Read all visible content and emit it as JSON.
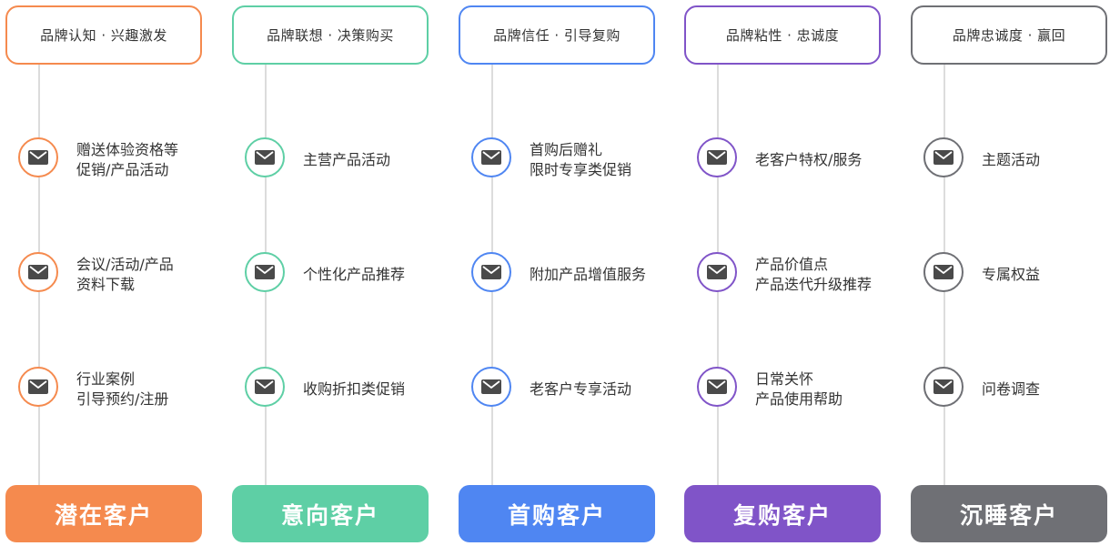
{
  "columns": [
    {
      "header": "品牌认知 · 兴趣激发",
      "color": "#F58A4E",
      "items": [
        {
          "icon": "envelope-icon",
          "lines": [
            "赠送体验资格等",
            "促销/产品活动"
          ]
        },
        {
          "icon": "envelope-icon",
          "lines": [
            "会议/活动/产品",
            "资料下载"
          ]
        },
        {
          "icon": "envelope-icon",
          "lines": [
            "行业案例",
            "引导预约/注册"
          ]
        }
      ],
      "footer": "潜在客户"
    },
    {
      "header": "品牌联想 · 决策购买",
      "color": "#5ECFA5",
      "items": [
        {
          "icon": "envelope-icon",
          "lines": [
            "主营产品活动"
          ]
        },
        {
          "icon": "envelope-icon",
          "lines": [
            "个性化产品推荐"
          ]
        },
        {
          "icon": "envelope-icon",
          "lines": [
            "收购折扣类促销"
          ]
        }
      ],
      "footer": "意向客户"
    },
    {
      "header": "品牌信任 · 引导复购",
      "color": "#4F86F2",
      "items": [
        {
          "icon": "envelope-icon",
          "lines": [
            "首购后赠礼",
            "限时专享类促销"
          ]
        },
        {
          "icon": "envelope-icon",
          "lines": [
            "附加产品增值服务"
          ]
        },
        {
          "icon": "envelope-icon",
          "lines": [
            "老客户专享活动"
          ]
        }
      ],
      "footer": "首购客户"
    },
    {
      "header": "品牌粘性 · 忠诚度",
      "color": "#8054C8",
      "items": [
        {
          "icon": "envelope-icon",
          "lines": [
            "老客户特权/服务"
          ]
        },
        {
          "icon": "envelope-icon",
          "lines": [
            "产品价值点",
            "产品迭代升级推荐"
          ]
        },
        {
          "icon": "envelope-icon",
          "lines": [
            "日常关怀",
            "产品使用帮助"
          ]
        }
      ],
      "footer": "复购客户"
    },
    {
      "header": "品牌忠诚度 · 赢回",
      "color": "#6F7075",
      "items": [
        {
          "icon": "envelope-icon",
          "lines": [
            "主题活动"
          ]
        },
        {
          "icon": "envelope-icon",
          "lines": [
            "专属权益"
          ]
        },
        {
          "icon": "envelope-icon",
          "lines": [
            "问卷调查"
          ]
        }
      ],
      "footer": "沉睡客户"
    }
  ]
}
